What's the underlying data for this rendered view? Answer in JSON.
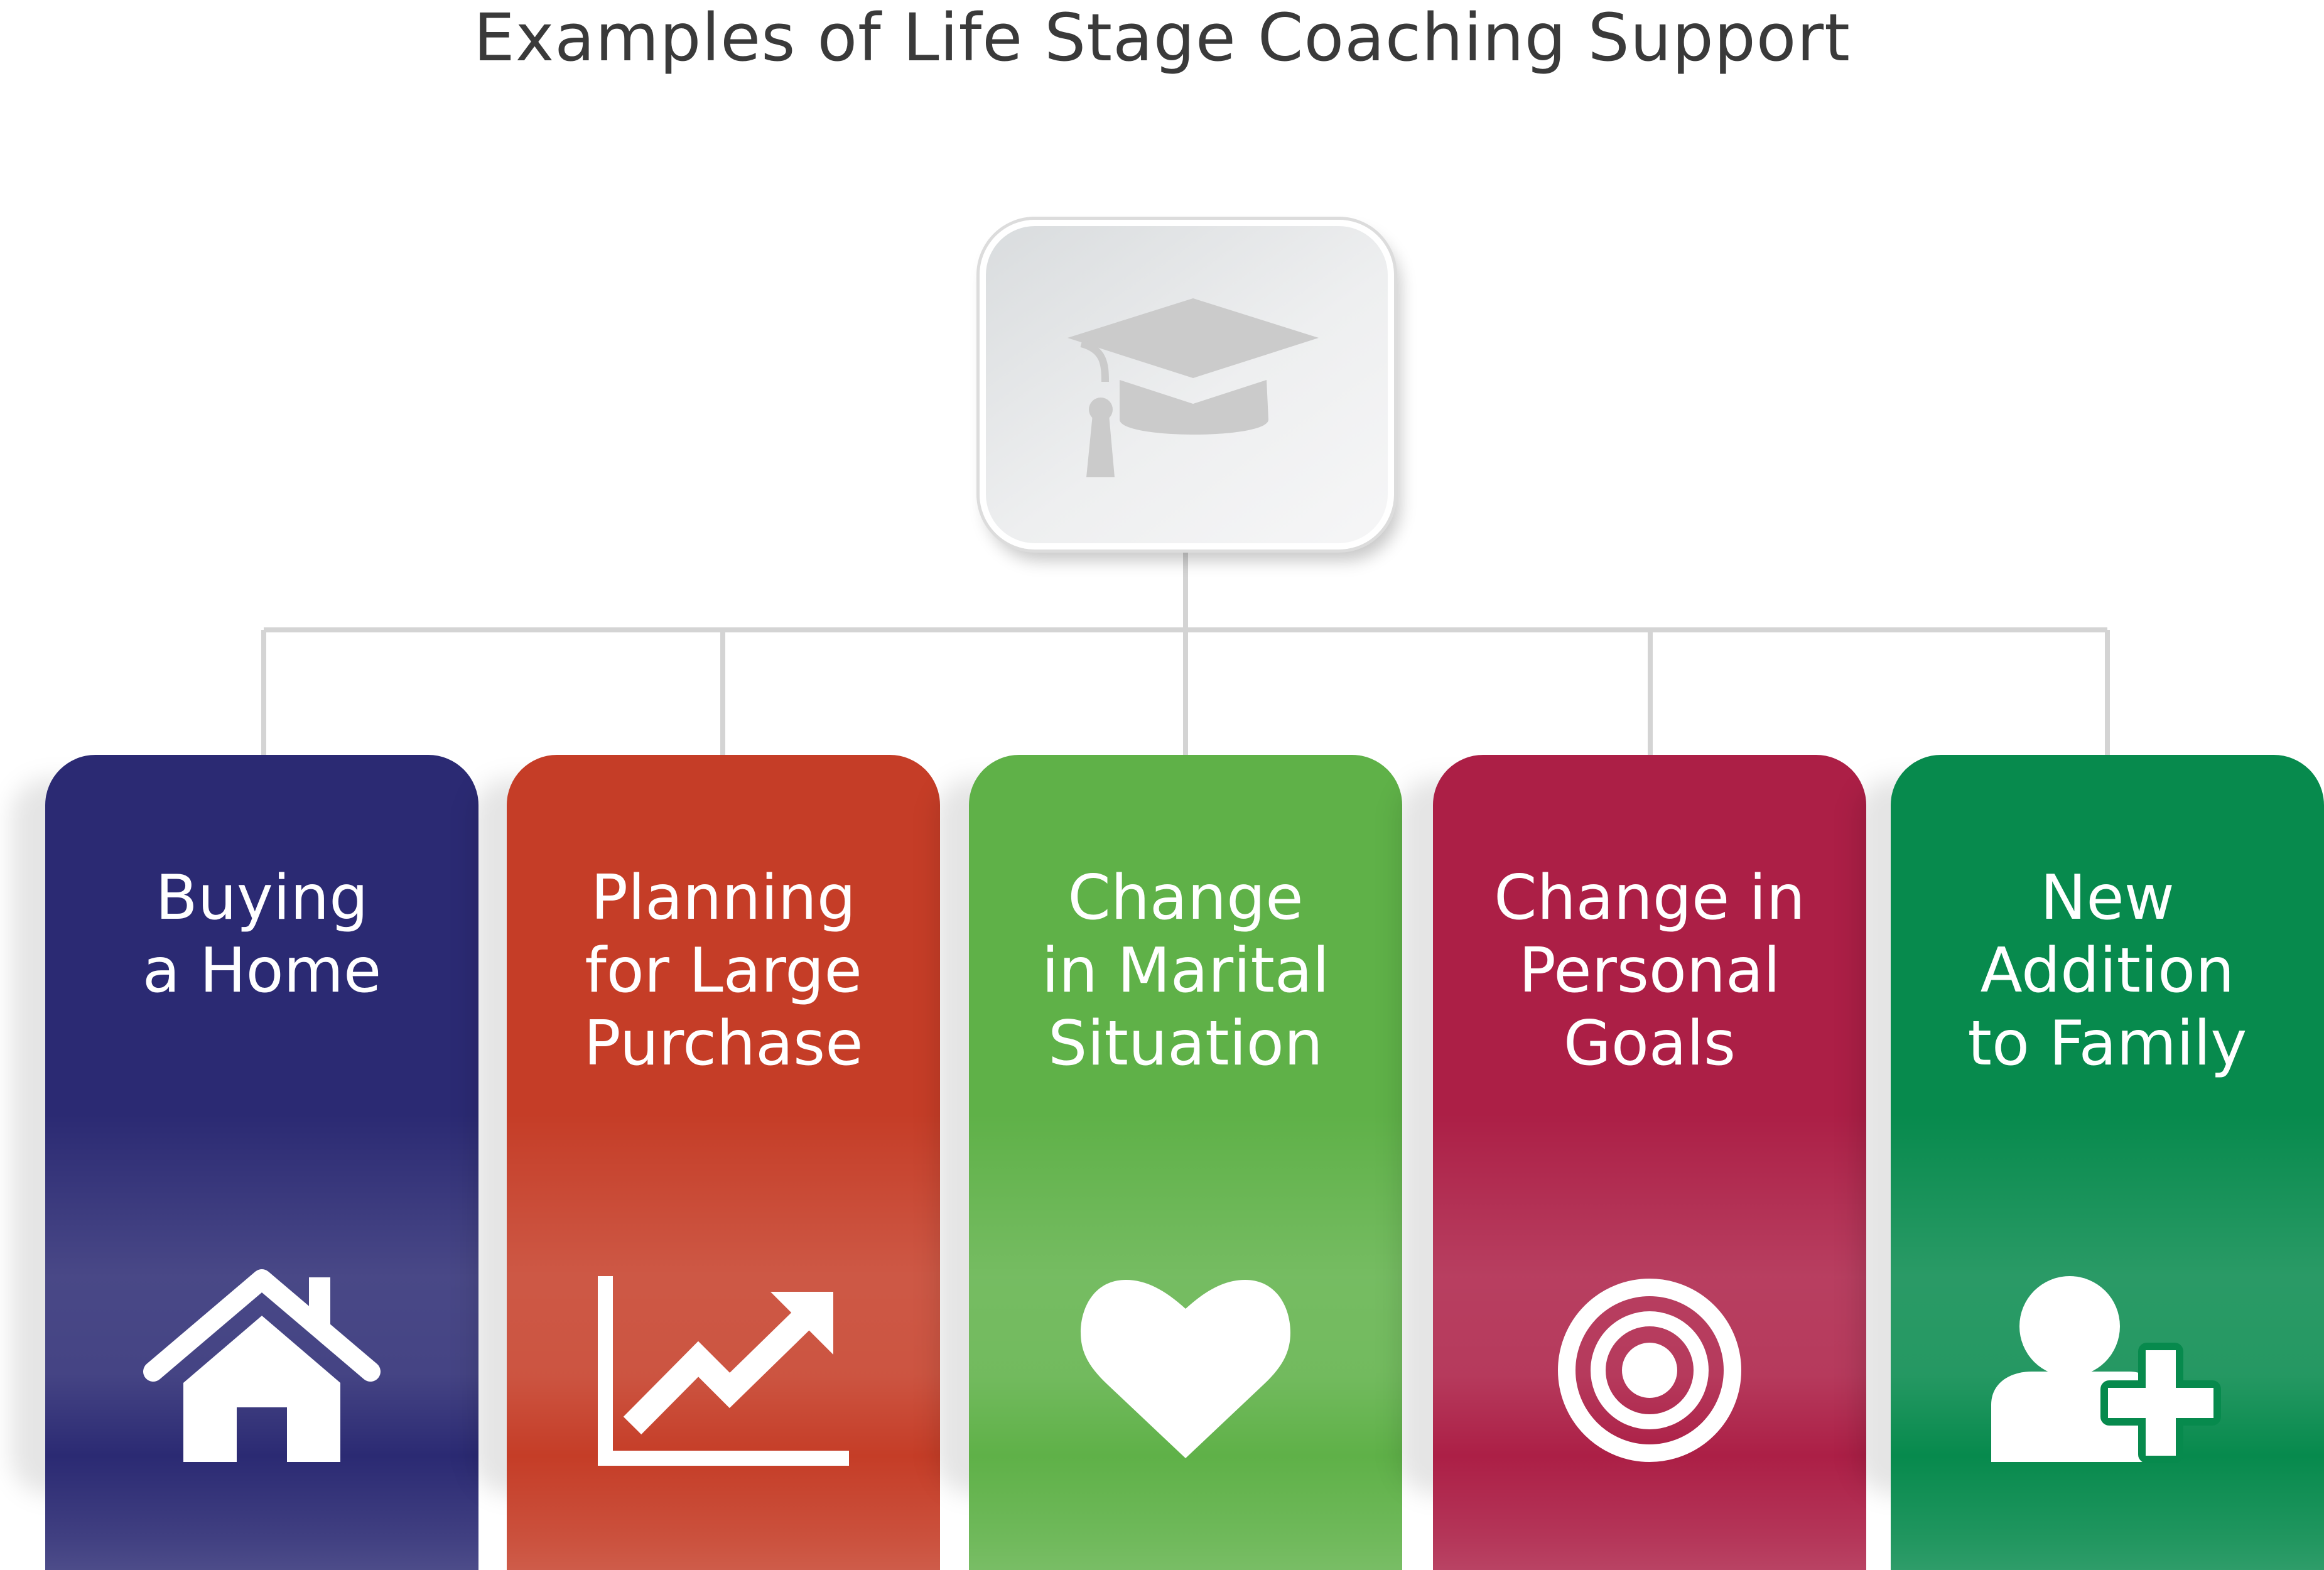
{
  "title": "Examples of Life Stage Coaching Support",
  "root": {
    "icon": "graduation-cap-icon"
  },
  "colors": {
    "root_icon": "#cbcbcb",
    "connector": "#d4d4d4",
    "label_text": "#ffffff"
  },
  "cards": [
    {
      "lines": [
        "Buying",
        "a Home"
      ],
      "icon": "house-icon",
      "color": "#2b2a73"
    },
    {
      "lines": [
        "Planning",
        "for Large",
        "Purchase"
      ],
      "icon": "trending-chart-icon",
      "color": "#c53d27"
    },
    {
      "lines": [
        "Change",
        "in Marital",
        "Situation"
      ],
      "icon": "heart-icon",
      "color": "#5fb148"
    },
    {
      "lines": [
        "Change in",
        "Personal",
        "Goals"
      ],
      "icon": "target-icon",
      "color": "#ac1f46"
    },
    {
      "lines": [
        "New",
        "Addition",
        "to Family"
      ],
      "icon": "add-person-icon",
      "color": "#078a4d"
    }
  ]
}
